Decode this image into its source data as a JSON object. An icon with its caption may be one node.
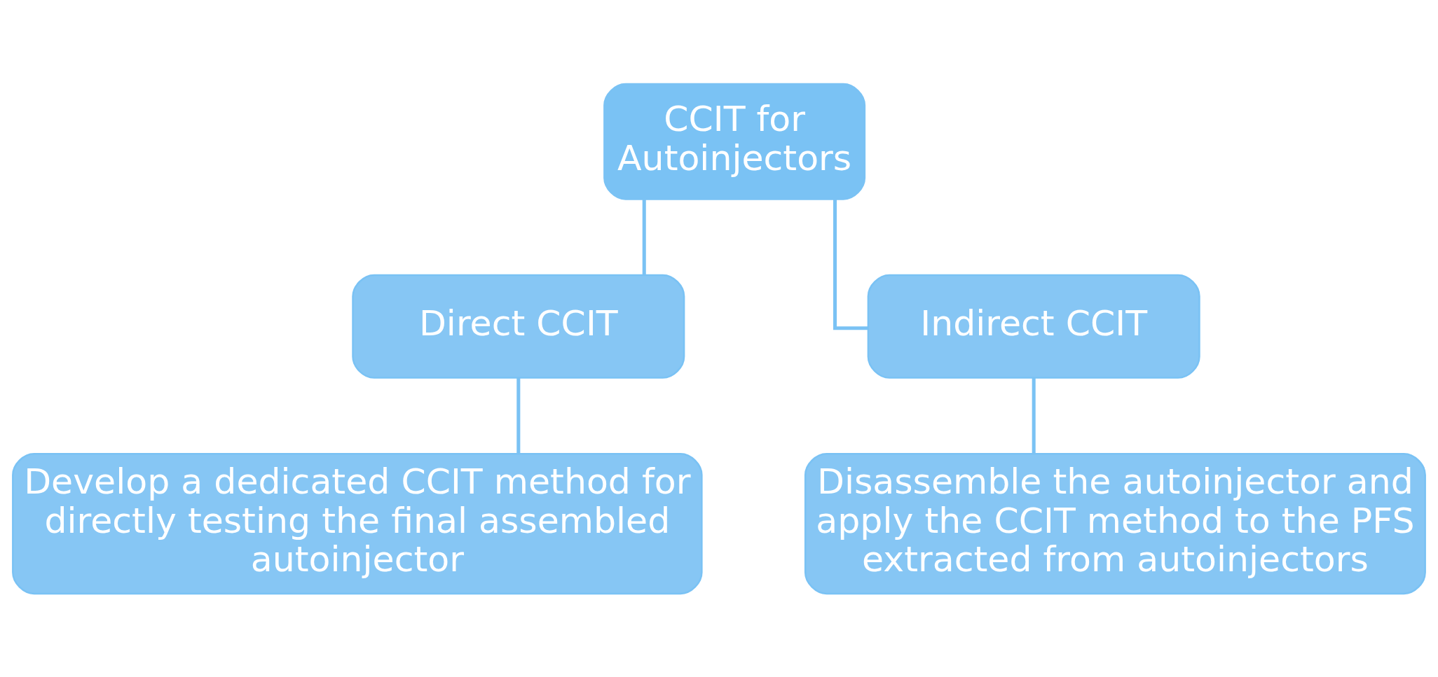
{
  "diagram": {
    "nodes": [
      {
        "text": [
          "CCIT for Autoinjectors"
        ]
      },
      {
        "text": [
          "Direct CCIT"
        ]
      },
      {
        "text": [
          "Indirect CCIT"
        ]
      },
      {
        "text": [
          "Develop a dedicated CCIT method for directly testing the final assembled autoinjector"
        ]
      },
      {
        "text": [
          "Disassemble the autoinjector and apply the CCIT method to the PFS extracted from autoinjectors"
        ]
      }
    ],
    "edges": [
      {
        "from": 0,
        "to": 1,
        "arrow": "none"
      },
      {
        "from": 0,
        "to": 2,
        "arrow": "none"
      },
      {
        "from": 1,
        "to": 3,
        "arrow": "none"
      },
      {
        "from": 2,
        "to": 4,
        "arrow": "none"
      }
    ]
  }
}
